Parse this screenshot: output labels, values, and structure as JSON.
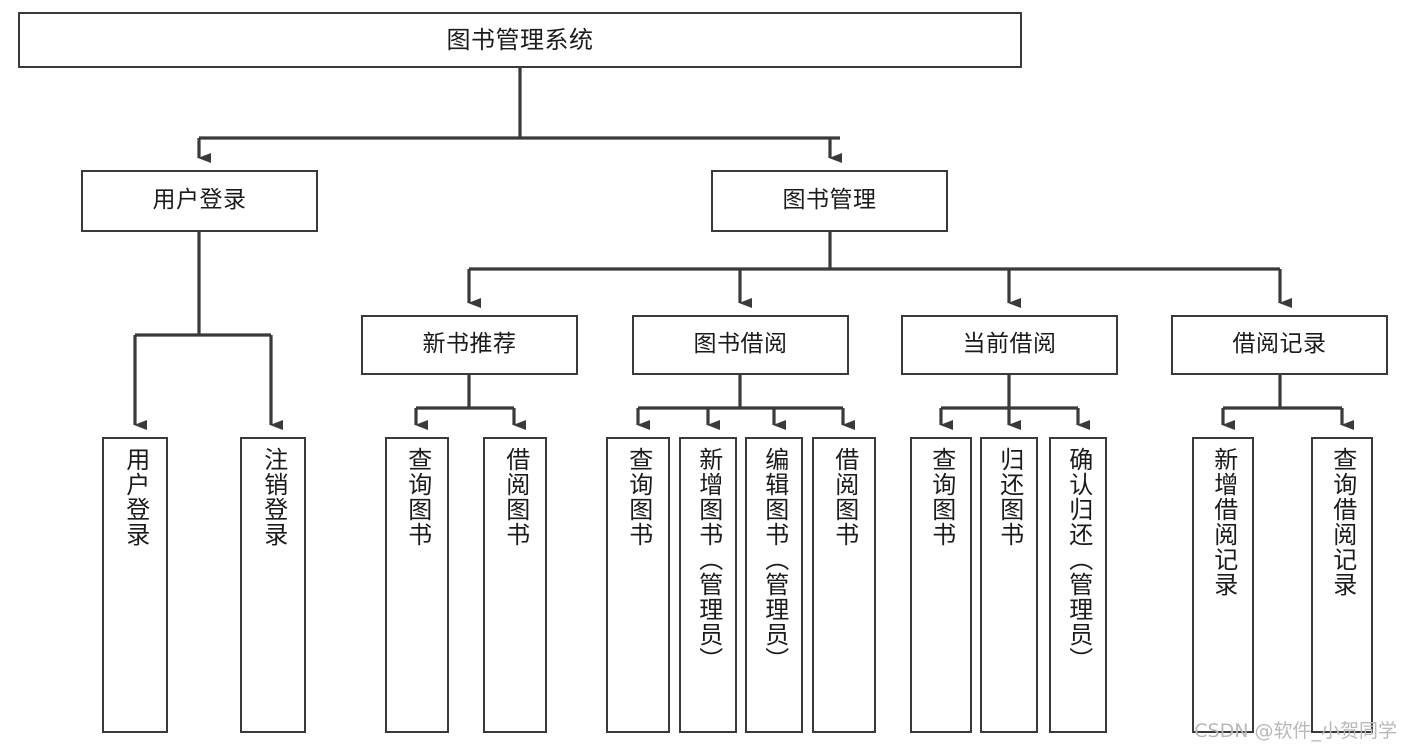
{
  "diagram": {
    "type": "tree",
    "title": "图书管理系统",
    "orientation": "top-down",
    "colors": {
      "box_border": "#3a3a3a",
      "box_fill": "#ffffff",
      "edge": "#3a3a3a",
      "text": "#1b1b1b",
      "watermark": "#b9b9b9",
      "background": "#ffffff"
    },
    "nodes": {
      "root": {
        "label": "图书管理系统"
      },
      "level1": [
        {
          "id": "user-login",
          "label": "用户登录"
        },
        {
          "id": "book-manage",
          "label": "图书管理"
        }
      ],
      "level2": [
        {
          "id": "new-book-rec",
          "label": "新书推荐"
        },
        {
          "id": "book-borrow",
          "label": "图书借阅"
        },
        {
          "id": "current-borrow",
          "label": "当前借阅"
        },
        {
          "id": "borrow-record",
          "label": "借阅记录"
        }
      ],
      "leaves": {
        "user-login": [
          {
            "id": "leaf-user-login",
            "label": "用户登录"
          },
          {
            "id": "leaf-user-logout",
            "label": "注销登录"
          }
        ],
        "new-book-rec": [
          {
            "id": "leaf-query-book-1",
            "label": "查询图书"
          },
          {
            "id": "leaf-borrow-book-1",
            "label": "借阅图书"
          }
        ],
        "book-borrow": [
          {
            "id": "leaf-query-book-2",
            "label": "查询图书"
          },
          {
            "id": "leaf-add-book",
            "label": "新增图书（管理员）"
          },
          {
            "id": "leaf-edit-book",
            "label": "编辑图书（管理员）"
          },
          {
            "id": "leaf-borrow-book-2",
            "label": "借阅图书"
          }
        ],
        "current-borrow": [
          {
            "id": "leaf-query-book-3",
            "label": "查询图书"
          },
          {
            "id": "leaf-return-book",
            "label": "归还图书"
          },
          {
            "id": "leaf-confirm-return",
            "label": "确认归还（管理员）"
          }
        ],
        "borrow-record": [
          {
            "id": "leaf-add-record",
            "label": "新增借阅记录"
          },
          {
            "id": "leaf-query-record",
            "label": "查询借阅记录"
          }
        ]
      }
    }
  },
  "watermark": {
    "text": "CSDN @软件_小贺同学"
  }
}
